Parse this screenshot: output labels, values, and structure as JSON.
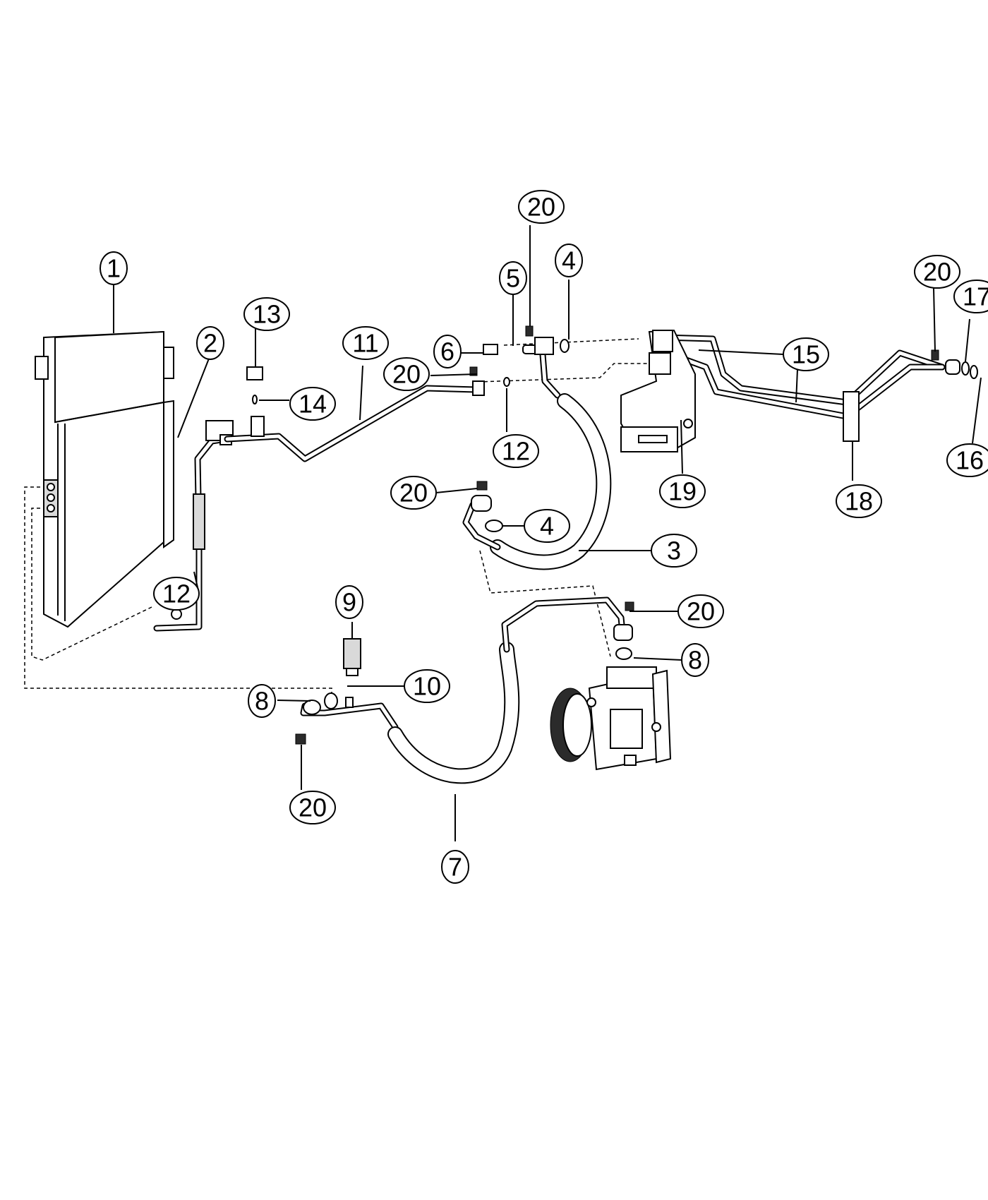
{
  "callouts": [
    {
      "label": "1"
    },
    {
      "label": "2"
    },
    {
      "label": "13"
    },
    {
      "label": "14"
    },
    {
      "label": "11"
    },
    {
      "label": "6"
    },
    {
      "label": "20"
    },
    {
      "label": "5"
    },
    {
      "label": "20"
    },
    {
      "label": "4"
    },
    {
      "label": "12"
    },
    {
      "label": "15"
    },
    {
      "label": "20"
    },
    {
      "label": "17"
    },
    {
      "label": "16"
    },
    {
      "label": "18"
    },
    {
      "label": "19"
    },
    {
      "label": "20"
    },
    {
      "label": "4"
    },
    {
      "label": "3"
    },
    {
      "label": "12"
    },
    {
      "label": "9"
    },
    {
      "label": "20"
    },
    {
      "label": "8"
    },
    {
      "label": "10"
    },
    {
      "label": "8"
    },
    {
      "label": "20"
    },
    {
      "label": "7"
    }
  ],
  "components": [
    {
      "ref": "1",
      "name": "condenser"
    },
    {
      "ref": "3",
      "name": "suction-hose"
    },
    {
      "ref": "7",
      "name": "discharge-hose"
    },
    {
      "ref": "9",
      "name": "pressure-switch"
    },
    {
      "ref": "11",
      "name": "liquid-line"
    },
    {
      "ref": "15",
      "name": "evaporator-lines"
    },
    {
      "ref": "18",
      "name": "line-clip"
    },
    {
      "ref": "19",
      "name": "mounting-bracket"
    },
    {
      "ref": "compressor",
      "name": "ac-compressor"
    }
  ]
}
